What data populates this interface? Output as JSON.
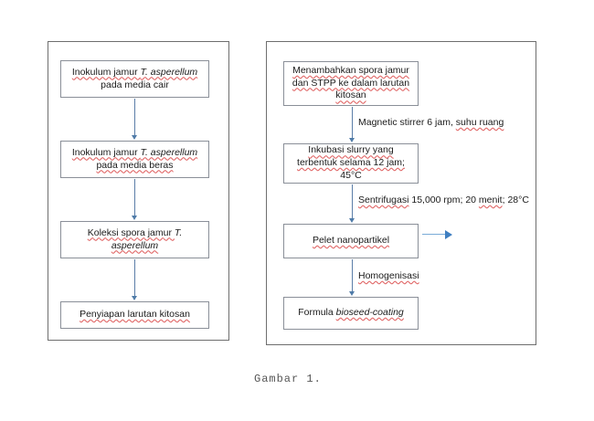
{
  "figure": {
    "caption": "Gambar 1.",
    "accent_arrow_color": "#5b7ea8",
    "accent_arrow_light": "#7aabd8",
    "spellcheck_underline_color": "#e06666",
    "box_border_color": "#8a8f98",
    "panel_border_color": "#6e6e6e"
  },
  "left_panel": {
    "nodes": [
      {
        "id": "inokulum-cair",
        "line1_a": "Inokulum jamur ",
        "line1_b": "T. asperellum",
        "line2": "pada media cair"
      },
      {
        "id": "inokulum-beras",
        "line1_a": "Inokulum jamur ",
        "line1_b": "T. asperellum",
        "line2": "pada media beras"
      },
      {
        "id": "koleksi-spora",
        "line1_a": "Koleksi spora jamur ",
        "line1_b": "T.",
        "line2": "asperellum"
      },
      {
        "id": "penyiapan-kitosan",
        "line1_a": "Penyiapan larutan kitosan",
        "line1_b": "",
        "line2": ""
      }
    ]
  },
  "right_panel": {
    "nodes": [
      {
        "id": "menambahkan-spora",
        "line1": "Menambahkan spora jamur",
        "line2": "dan STPP ke dalam larutan",
        "line3": "kitosan"
      },
      {
        "id": "inkubasi-slurry",
        "line1": "Inkubasi slurry yang",
        "line2": "terbentuk selama 12 jam;",
        "line3": "45°C"
      },
      {
        "id": "pelet-nanopartikel",
        "line1": "Pelet nanopartikel",
        "line2": "",
        "line3": ""
      },
      {
        "id": "formula-bioseed",
        "line1_a": "Formula ",
        "line1_b": "bioseed-coating",
        "line2": "",
        "line3": ""
      }
    ],
    "edge_labels": [
      {
        "id": "magnetic-stirrer",
        "text_a": "Magnetic stirrer 6 jam, ",
        "text_b": "suhu ruang"
      },
      {
        "id": "sentrifugasi",
        "text_a": "Sentrifugasi",
        "text_b": " 15,000 rpm; 20 ",
        "text_c": "menit",
        "text_d": "; 28°C"
      },
      {
        "id": "homogenisasi",
        "text_a": "Homogenisasi"
      }
    ]
  }
}
